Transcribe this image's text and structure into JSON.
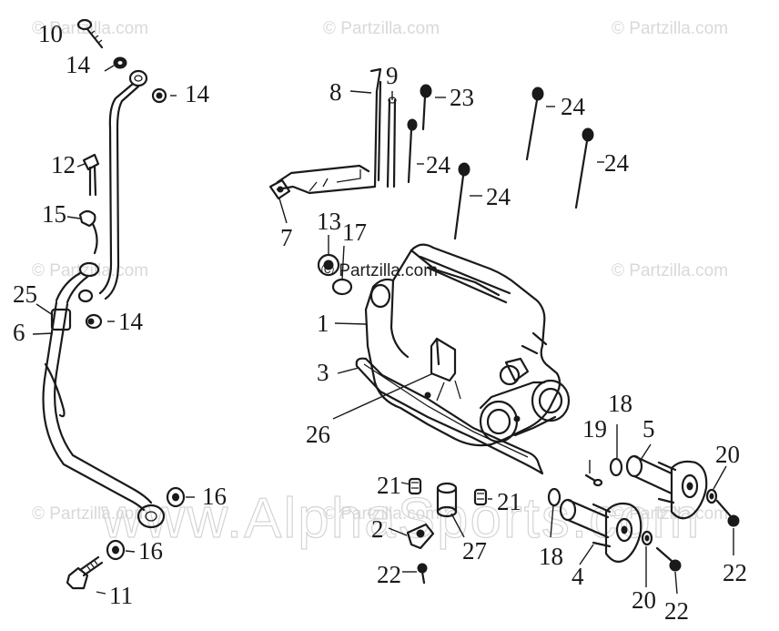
{
  "watermarks": {
    "partzilla": "© Partzilla.com",
    "center": "© Partzilla.com",
    "big": "www.AlphaSports.com"
  },
  "callouts": {
    "n1": "1",
    "n2": "2",
    "n3": "3",
    "n4": "4",
    "n5": "5",
    "n6": "6",
    "n7": "7",
    "n8": "8",
    "n9": "9",
    "n10": "10",
    "n11": "11",
    "n12": "12",
    "n13": "13",
    "n14": "14",
    "n15": "15",
    "n16": "16",
    "n17": "17",
    "n18": "18",
    "n19": "19",
    "n20": "20",
    "n21": "21",
    "n22": "22",
    "n23": "23",
    "n24": "24",
    "n25": "25",
    "n26": "26",
    "n27": "27"
  }
}
